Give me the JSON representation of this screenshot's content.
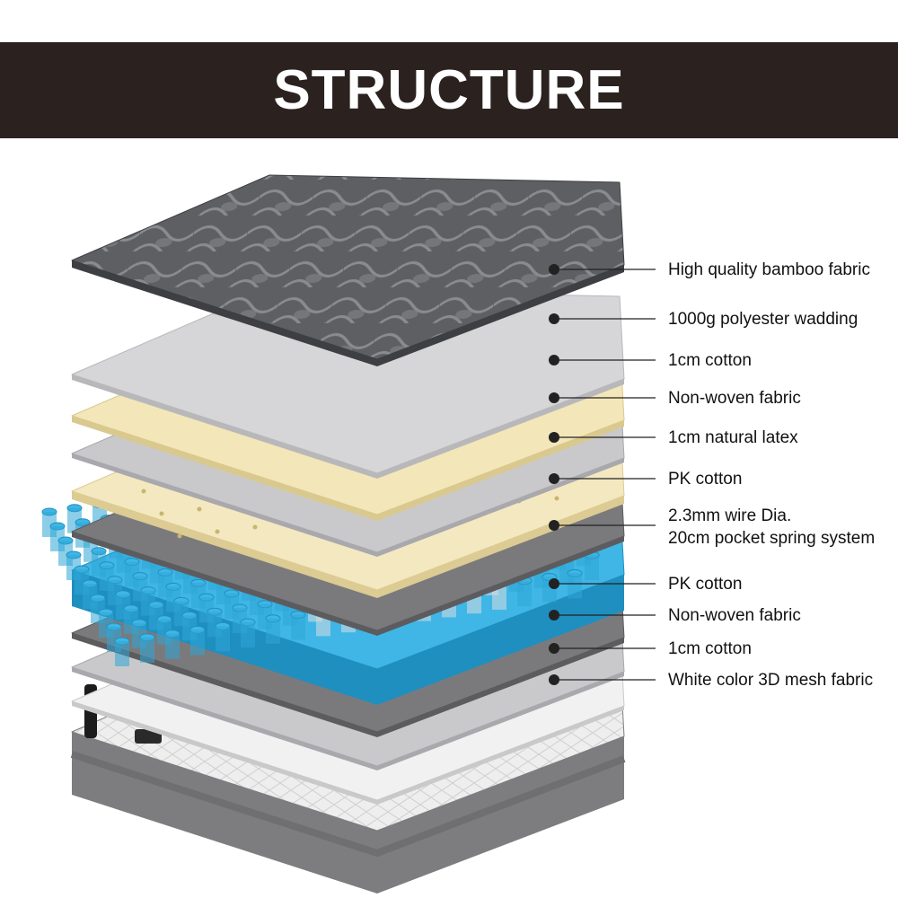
{
  "title": "STRUCTURE",
  "colors": {
    "banner": "#2b2220",
    "title_text": "#ffffff",
    "bamboo_fabric": "#5e5f63",
    "wadding": "#d6d6d8",
    "cotton": "#f3e6b8",
    "non_woven": "#c9c9cc",
    "latex": "#f4e8c0",
    "pk_cotton": "#7a7a7d",
    "spring_blue": "#3fb6e6",
    "spring_white": "#e6e8ea",
    "mesh_fabric": "#ececec",
    "leader_line": "#222222"
  },
  "layers": [
    {
      "id": "bamboo",
      "label": "High quality bamboo fabric"
    },
    {
      "id": "wadding",
      "label": "1000g polyester wadding"
    },
    {
      "id": "cotton-top",
      "label": "1cm cotton"
    },
    {
      "id": "nonwoven-top",
      "label": "Non-woven fabric"
    },
    {
      "id": "latex",
      "label": "1cm natural latex"
    },
    {
      "id": "pk-top",
      "label": "PK cotton"
    },
    {
      "id": "springs",
      "label": "2.3mm wire Dia.",
      "label2": "20cm pocket spring system"
    },
    {
      "id": "pk-bottom",
      "label": "PK cotton"
    },
    {
      "id": "nonwoven-bottom",
      "label": "Non-woven fabric"
    },
    {
      "id": "cotton-bottom",
      "label": "1cm cotton"
    },
    {
      "id": "mesh",
      "label": "White color 3D mesh fabric"
    }
  ]
}
